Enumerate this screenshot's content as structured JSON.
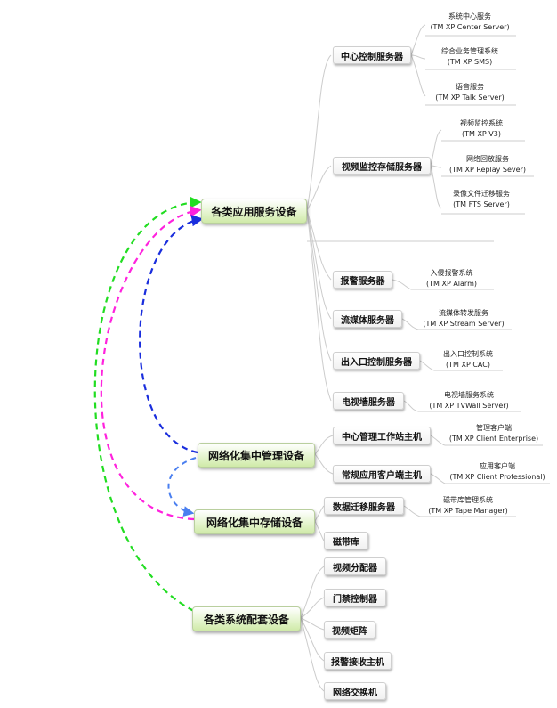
{
  "colors": {
    "green": "#22dd22",
    "magenta": "#ff22dd",
    "blue": "#1a2edd",
    "lightblue": "#4a7ff0",
    "line": "#cccccc"
  },
  "main_nodes": {
    "app": "各类应用服务设备",
    "mgmt": "网络化集中管理设备",
    "storage": "网络化集中存储设备",
    "support": "各类系统配套设备"
  },
  "servers": {
    "center": "中心控制服务器",
    "video_storage": "视频监控存储服务器",
    "alarm": "报警服务器",
    "streaming": "流媒体服务器",
    "access": "出入口控制服务器",
    "tvwall": "电视墙服务器"
  },
  "mgmt_items": {
    "workstation": "中心管理工作站主机",
    "client_host": "常规应用客户端主机"
  },
  "storage_items": {
    "migration": "数据迁移服务器",
    "tape": "磁带库"
  },
  "support_items": {
    "distributor": "视频分配器",
    "door": "门禁控制器",
    "matrix": "视频矩阵",
    "alarm_rx": "报警接收主机",
    "switch": "网络交换机"
  },
  "services": {
    "center_server": {
      "name": "系统中心服务",
      "code": "(TM XP Center Server)"
    },
    "sms": {
      "name": "综合业务管理系统",
      "code": "(TM XP SMS)"
    },
    "talk": {
      "name": "语音服务",
      "code": "(TM XP Talk Server)"
    },
    "v3": {
      "name": "视频监控系统",
      "code": "(TM XP V3)"
    },
    "replay": {
      "name": "网络回放服务",
      "code": "(TM XP Replay Sever)"
    },
    "fts": {
      "name": "录像文件迁移服务",
      "code": "(TM FTS Server)"
    },
    "alarm": {
      "name": "入侵报警系统",
      "code": "(TM XP Alarm)"
    },
    "stream": {
      "name": "流媒体转发服务",
      "code": "(TM XP Stream Server)"
    },
    "cac": {
      "name": "出入口控制系统",
      "code": "(TM XP CAC)"
    },
    "tvwall": {
      "name": "电视墙服务系统",
      "code": "(TM XP TVWall Server)"
    },
    "enterprise": {
      "name": "管理客户端",
      "code": "(TM XP Client Enterprise)"
    },
    "professional": {
      "name": "应用客户端",
      "code": "(TM XP Client Professional)"
    },
    "tape": {
      "name": "磁带库管理系统",
      "code": "(TM XP Tape Manager)"
    }
  }
}
